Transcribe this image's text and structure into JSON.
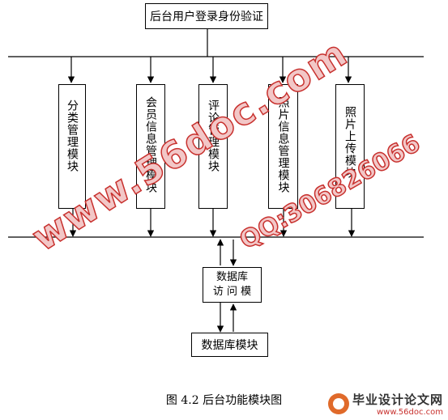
{
  "diagram": {
    "top_node": "后台用户登录身份验证",
    "modules": [
      "分类管理模块",
      "会员信息管理模块",
      "评论管理模块",
      "照片信息管理模块",
      "照片上传模块"
    ],
    "db_access": [
      "数据库",
      "访 问 模"
    ],
    "db_module": "数据库模块"
  },
  "caption": "图 4.2    后台功能模块图",
  "watermarks": {
    "site": "www.56doc.com",
    "qq": "QQ:306826066"
  },
  "logo": {
    "name": "毕业设计论文网",
    "url": "www.56doc.com"
  }
}
